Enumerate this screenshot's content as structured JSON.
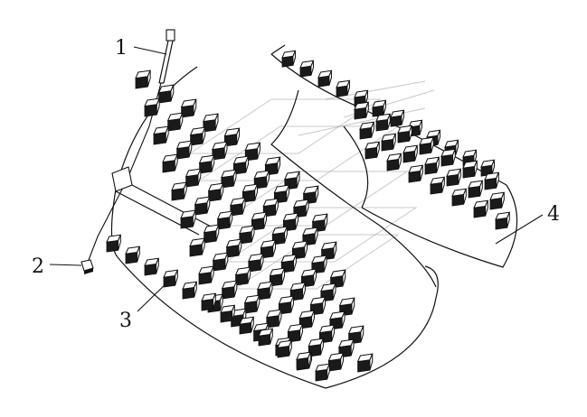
{
  "callouts": [
    {
      "label": "1",
      "part": "bolt"
    },
    {
      "label": "2",
      "part": "nut"
    },
    {
      "label": "3",
      "part": "padfoot-segment-shell"
    },
    {
      "label": "4",
      "part": "padfoot-segment-shell"
    }
  ]
}
